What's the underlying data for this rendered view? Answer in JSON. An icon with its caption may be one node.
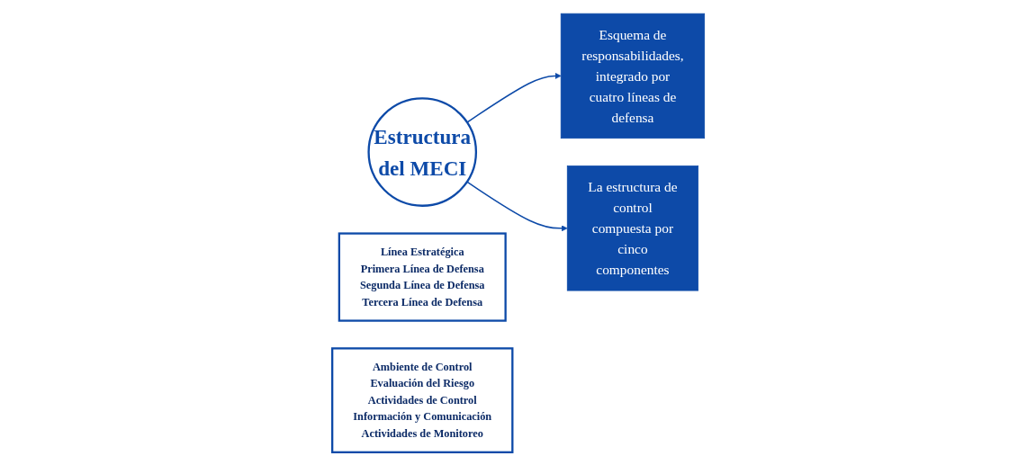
{
  "diagram": {
    "nodes": [
      {
        "text": [
          "Estructura del MECI"
        ]
      },
      {
        "text": [
          "Esquema de responsabilidades, integrado por cuatro líneas de defensa"
        ]
      },
      {
        "text": [
          "La estructura de control compuesta por cinco componentes"
        ]
      },
      {
        "text": [
          "Línea Estratégica",
          "Primera Línea de Defensa",
          "Segunda Línea de Defensa",
          "Tercera Línea de Defensa"
        ]
      },
      {
        "text": [
          "Ambiente de Control",
          "Evaluación del Riesgo",
          "Actividades de Control",
          "Información y Comunicación",
          "Actividades de Monitoreo"
        ]
      }
    ],
    "edges": [
      {
        "from": 0,
        "to": 1,
        "arrow": "to"
      },
      {
        "from": 0,
        "to": 2,
        "arrow": "to"
      }
    ]
  }
}
